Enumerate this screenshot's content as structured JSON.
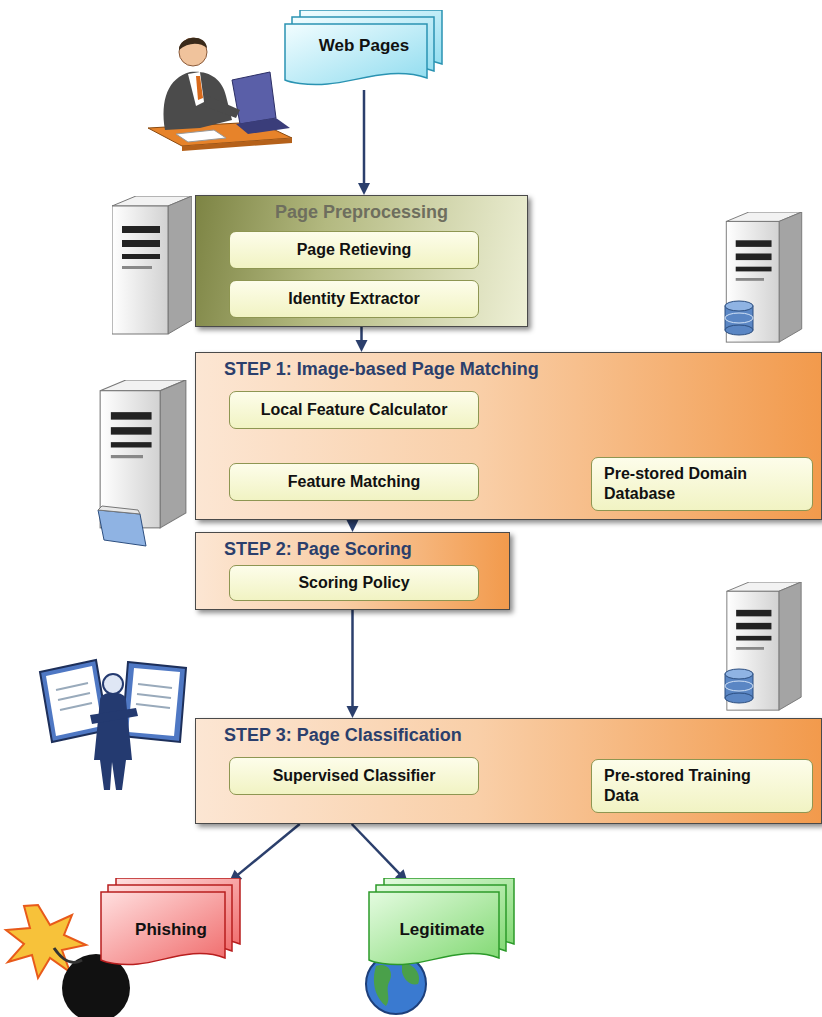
{
  "diagram": {
    "nodes": [
      {
        "text": [
          "Web Pages"
        ]
      },
      {
        "text": [
          "Page Preprocessing"
        ]
      },
      {
        "text": [
          "Page Retieving"
        ],
        "in": 1
      },
      {
        "text": [
          "Identity Extractor"
        ],
        "in": 1
      },
      {
        "text": [
          "STEP 1: Image-based Page Matching"
        ]
      },
      {
        "text": [
          "Local Feature Calculator"
        ],
        "in": 4
      },
      {
        "text": [
          "Feature Matching"
        ],
        "in": 4
      },
      {
        "text": [
          "Pre-stored Domain Database"
        ],
        "in": 4
      },
      {
        "text": [
          "STEP 2: Page Scoring"
        ]
      },
      {
        "text": [
          "Scoring Policy"
        ],
        "in": 8
      },
      {
        "text": [
          "STEP 3: Page Classification"
        ]
      },
      {
        "text": [
          "Supervised Classifier"
        ],
        "in": 10
      },
      {
        "text": [
          "Pre-stored Training Data"
        ],
        "in": 10
      },
      {
        "text": [
          "Phishing"
        ]
      },
      {
        "text": [
          "Legitimate"
        ]
      }
    ],
    "edges": [
      {
        "from": 0,
        "to": 1,
        "arrow": "to"
      },
      {
        "from": 1,
        "to": 4,
        "arrow": "to"
      },
      {
        "from": 7,
        "to": 6,
        "arrow": "to"
      },
      {
        "from": 4,
        "to": 8,
        "arrow": "to"
      },
      {
        "from": 8,
        "to": 10,
        "arrow": "to"
      },
      {
        "from": 12,
        "to": 11,
        "arrow": "to"
      },
      {
        "from": 10,
        "to": 13,
        "arrow": "to"
      },
      {
        "from": 10,
        "to": 14,
        "arrow": "to"
      }
    ]
  }
}
